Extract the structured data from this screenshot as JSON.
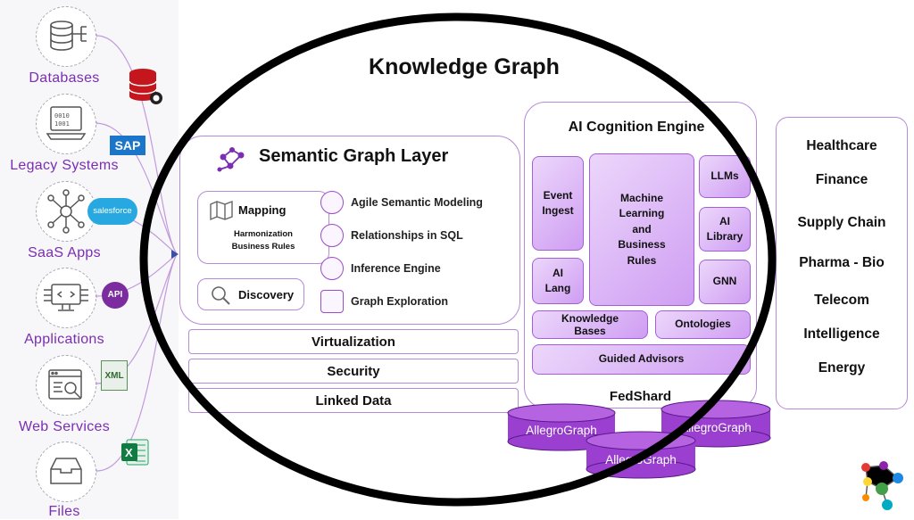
{
  "sources": [
    {
      "label": "Databases",
      "icon": "database-icon"
    },
    {
      "label": "Legacy Systems",
      "icon": "legacy-system-icon"
    },
    {
      "label": "SaaS Apps",
      "icon": "saas-network-icon"
    },
    {
      "label": "Applications",
      "icon": "application-monitor-icon"
    },
    {
      "label": "Web Services",
      "icon": "web-services-icon"
    },
    {
      "label": "Files",
      "icon": "file-box-icon"
    }
  ],
  "badges": {
    "sap": "SAP",
    "salesforce": "salesforce",
    "api": "API",
    "xml": "XML"
  },
  "knowledge_graph": {
    "title": "Knowledge Graph"
  },
  "semantic_layer": {
    "title": "Semantic Graph Layer",
    "mapping": {
      "label": "Mapping",
      "sub1": "Harmonization",
      "sub2": "Business Rules"
    },
    "discovery": "Discovery",
    "features": [
      "Agile Semantic Modeling",
      "Relationships in SQL",
      "Inference Engine",
      "Graph Exploration"
    ]
  },
  "layers": [
    "Virtualization",
    "Security",
    "Linked Data"
  ],
  "ai_engine": {
    "title": "AI Cognition Engine",
    "event_ingest": [
      "Event",
      "Ingest"
    ],
    "ml": [
      "Machine",
      "Learning",
      "and",
      "Business",
      "Rules"
    ],
    "llms": "LLMs",
    "ai_library": [
      "AI",
      "Library"
    ],
    "ai_lang": [
      "AI",
      "Lang"
    ],
    "gnn": "GNN",
    "knowledge_bases": [
      "Knowledge",
      "Bases"
    ],
    "ontologies": "Ontologies",
    "guided_advisors": "Guided Advisors",
    "fedshard": "FedShard",
    "cylinders": [
      "AllegroGraph",
      "AllegroGraph",
      "AllegroGraph"
    ]
  },
  "industries": [
    "Healthcare",
    "Finance",
    "Supply Chain",
    "Pharma - Bio",
    "Telecom",
    "Intelligence",
    "Energy"
  ],
  "colors": {
    "accent": "#7b2db3",
    "box_border": "#b58ad6",
    "cylinder": "#9a3fcf"
  }
}
